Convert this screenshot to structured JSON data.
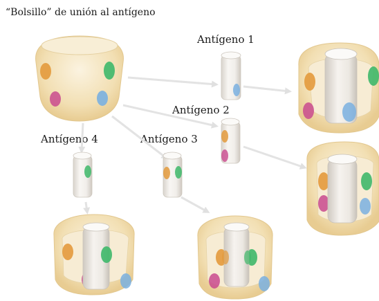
{
  "title": "“Bolsillo” de unión al antígeno",
  "antigens": [
    {
      "label": "Antígeno 1",
      "bound_sites": [
        "blue"
      ]
    },
    {
      "label": "Antígeno 2",
      "bound_sites": [
        "orange",
        "magenta"
      ]
    },
    {
      "label": "Antígeno 3",
      "bound_sites": [
        "orange",
        "green"
      ]
    },
    {
      "label": "Antígeno 4",
      "bound_sites": [
        "green"
      ]
    }
  ],
  "site_colors": {
    "orange": "#e39a3c",
    "green": "#3eb86a",
    "magenta": "#c94a8e",
    "blue": "#7ab0e0",
    "pocket_outer": "#f0d9a6",
    "pocket_inner": "#f7ecd4",
    "arrow": "#e3e3e3"
  }
}
